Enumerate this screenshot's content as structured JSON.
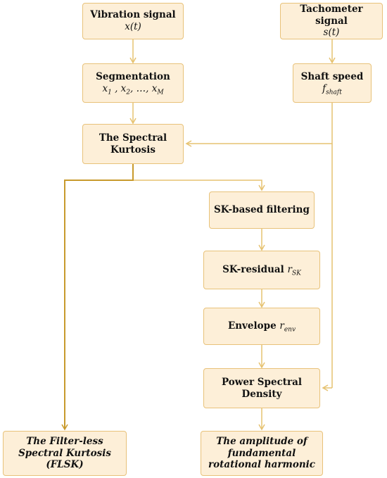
{
  "nodes": {
    "vibration": {
      "label": "Vibration signal",
      "math": "x(t)"
    },
    "tachometer": {
      "label": "Tachometer signal",
      "math": "s(t)"
    },
    "segmentation": {
      "label": "Segmentation",
      "math_pre": "x",
      "sub1": "1",
      "math_mid1": " , x",
      "sub2": "2",
      "math_mid2": ", …, x",
      "sub3": "M"
    },
    "shaft_speed": {
      "label": "Shaft speed",
      "math": "f",
      "sub": "shaft"
    },
    "spectral_kurtosis": {
      "line1": "The Spectral",
      "line2": "Kurtosis"
    },
    "sk_filtering": {
      "label": "SK-based filtering"
    },
    "sk_residual": {
      "label": "SK-residual ",
      "math": "r",
      "sub": "SK"
    },
    "envelope": {
      "label": "Envelope ",
      "math": "r",
      "sub": "env"
    },
    "psd": {
      "line1": "Power Spectral",
      "line2": "Density"
    },
    "flsk": {
      "line1": "The Filter-less",
      "line2": "Spectral Kurtosis",
      "line3": "(FLSK)"
    },
    "amplitude": {
      "line1": "The amplitude of",
      "line2": "fundamental",
      "line3": "rotational harmonic"
    }
  },
  "colors": {
    "box_fill": "#fdefd8",
    "box_border": "#e8c27a",
    "arrow": "#e6c270",
    "arrow_dark": "#c89a2c"
  }
}
